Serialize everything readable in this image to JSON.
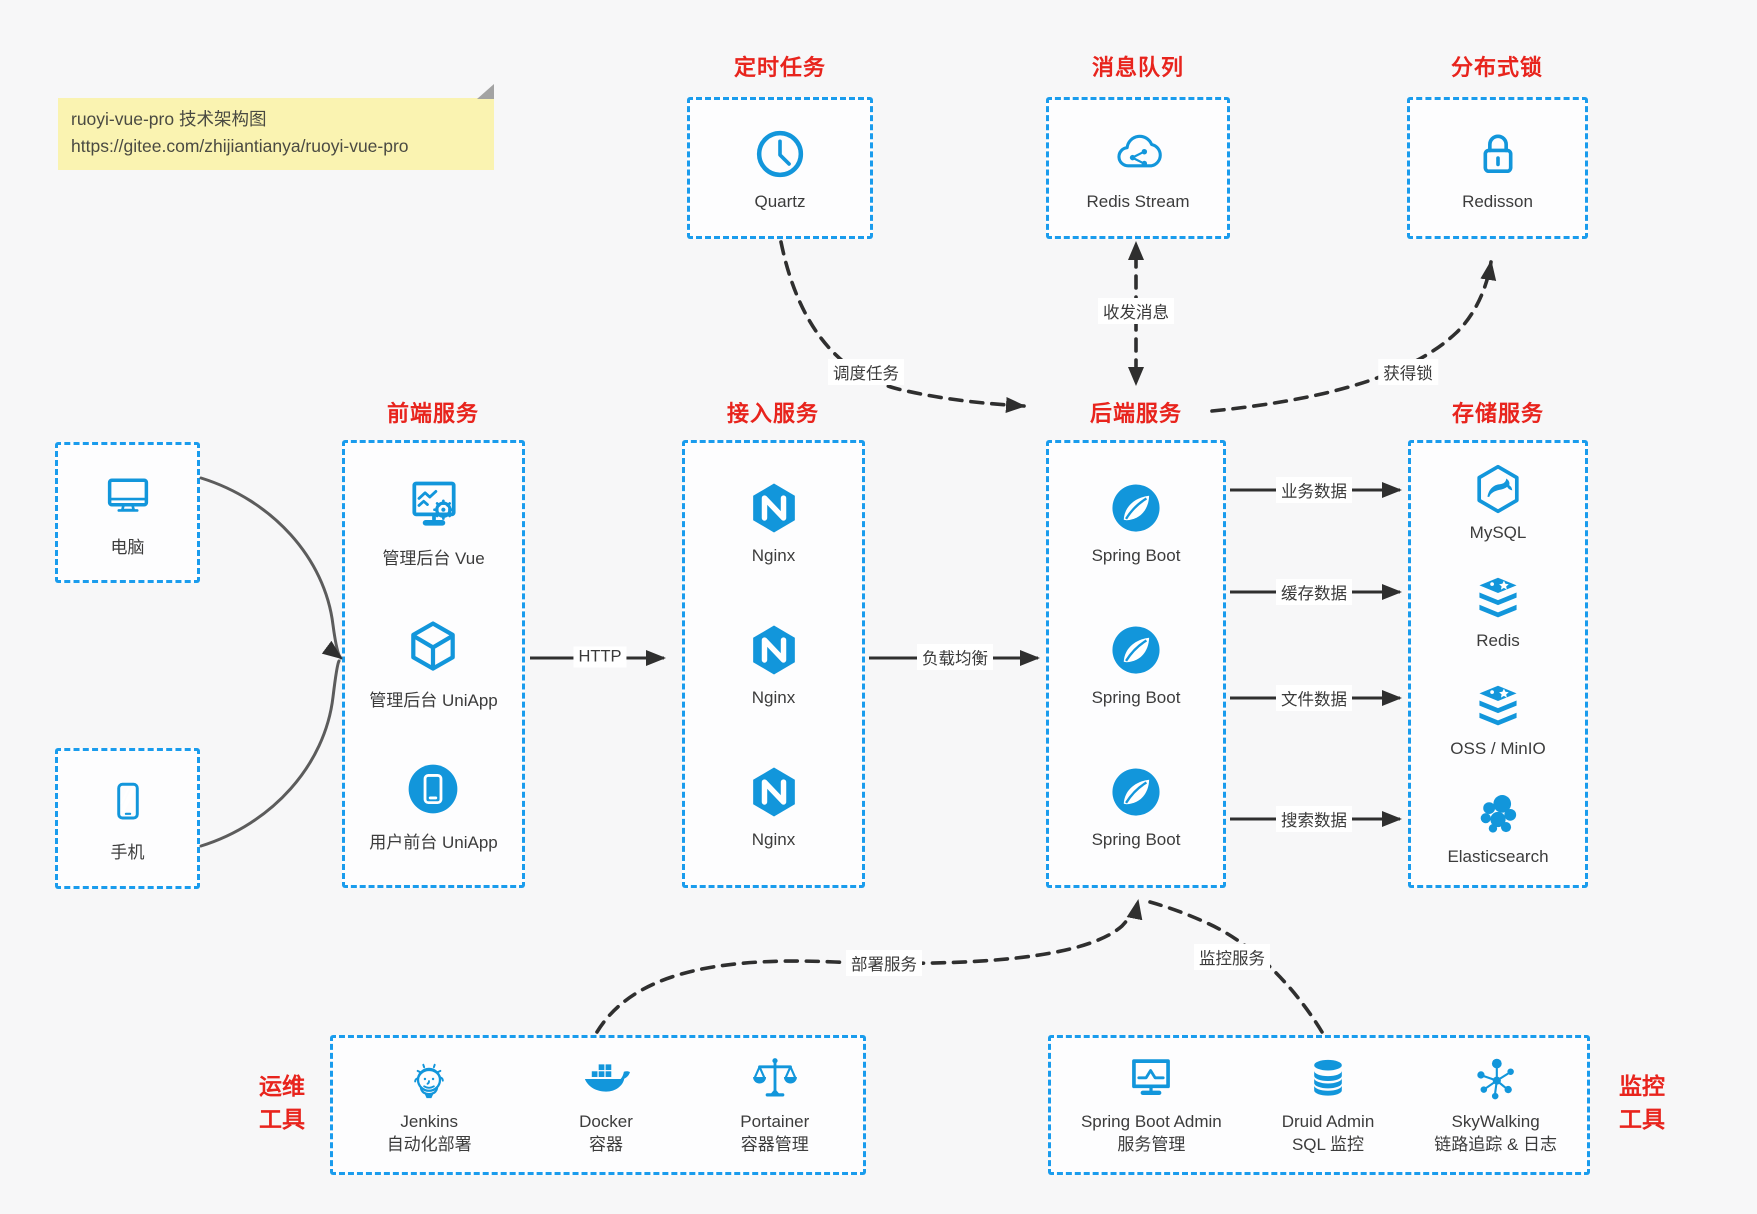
{
  "note": {
    "line1": "ruoyi-vue-pro 技术架构图",
    "line2": "https://gitee.com/zhijiantianya/ruoyi-vue-pro"
  },
  "top_groups": [
    {
      "title": "定时任务",
      "items": [
        {
          "icon": "clock-icon",
          "label": "Quartz"
        }
      ]
    },
    {
      "title": "消息队列",
      "items": [
        {
          "icon": "cloud-queue-icon",
          "label": "Redis Stream"
        }
      ]
    },
    {
      "title": "分布式锁",
      "items": [
        {
          "icon": "lock-icon",
          "label": "Redisson"
        }
      ]
    }
  ],
  "clients": [
    {
      "icon": "desktop-icon",
      "label": "电脑"
    },
    {
      "icon": "phone-icon",
      "label": "手机"
    }
  ],
  "columns": [
    {
      "title": "前端服务",
      "items": [
        {
          "icon": "admin-vue-icon",
          "label": "管理后台 Vue"
        },
        {
          "icon": "cube-icon",
          "label": "管理后台 UniApp"
        },
        {
          "icon": "mobile-app-icon",
          "label": "用户前台 UniApp"
        }
      ]
    },
    {
      "title": "接入服务",
      "items": [
        {
          "icon": "nginx-icon",
          "label": "Nginx"
        },
        {
          "icon": "nginx-icon",
          "label": "Nginx"
        },
        {
          "icon": "nginx-icon",
          "label": "Nginx"
        }
      ]
    },
    {
      "title": "后端服务",
      "items": [
        {
          "icon": "spring-icon",
          "label": "Spring Boot"
        },
        {
          "icon": "spring-icon",
          "label": "Spring Boot"
        },
        {
          "icon": "spring-icon",
          "label": "Spring Boot"
        }
      ]
    },
    {
      "title": "存储服务",
      "items": [
        {
          "icon": "mysql-icon",
          "label": "MySQL"
        },
        {
          "icon": "redis-icon",
          "label": "Redis"
        },
        {
          "icon": "oss-icon",
          "label": "OSS / MinIO"
        },
        {
          "icon": "elasticsearch-icon",
          "label": "Elasticsearch"
        }
      ]
    }
  ],
  "bottom_groups": [
    {
      "title_line1": "运维",
      "title_line2": "工具",
      "items": [
        {
          "icon": "jenkins-icon",
          "label": "Jenkins",
          "sublabel": "自动化部署"
        },
        {
          "icon": "docker-icon",
          "label": "Docker",
          "sublabel": "容器"
        },
        {
          "icon": "portainer-icon",
          "label": "Portainer",
          "sublabel": "容器管理"
        }
      ]
    },
    {
      "title_line1": "监控",
      "title_line2": "工具",
      "items": [
        {
          "icon": "spring-boot-admin-icon",
          "label": "Spring Boot Admin",
          "sublabel": "服务管理"
        },
        {
          "icon": "druid-icon",
          "label": "Druid Admin",
          "sublabel": "SQL 监控"
        },
        {
          "icon": "skywalking-icon",
          "label": "SkyWalking",
          "sublabel": "链路追踪 & 日志"
        }
      ]
    }
  ],
  "edges": {
    "http": "HTTP",
    "load_balance": "负载均衡",
    "schedule": "调度任务",
    "message": "收发消息",
    "lock": "获得锁",
    "business": "业务数据",
    "cache": "缓存数据",
    "file": "文件数据",
    "search": "搜索数据",
    "deploy": "部署服务",
    "monitor": "监控服务"
  },
  "colors": {
    "accent_blue": "#1296db",
    "dashed_border_blue": "#1a9ced",
    "title_red": "#e8241d",
    "label_text": "#3c3c3c",
    "note_background": "#faf3b1",
    "connector_dark": "#2f2f2f",
    "connector_gray": "#606060"
  }
}
